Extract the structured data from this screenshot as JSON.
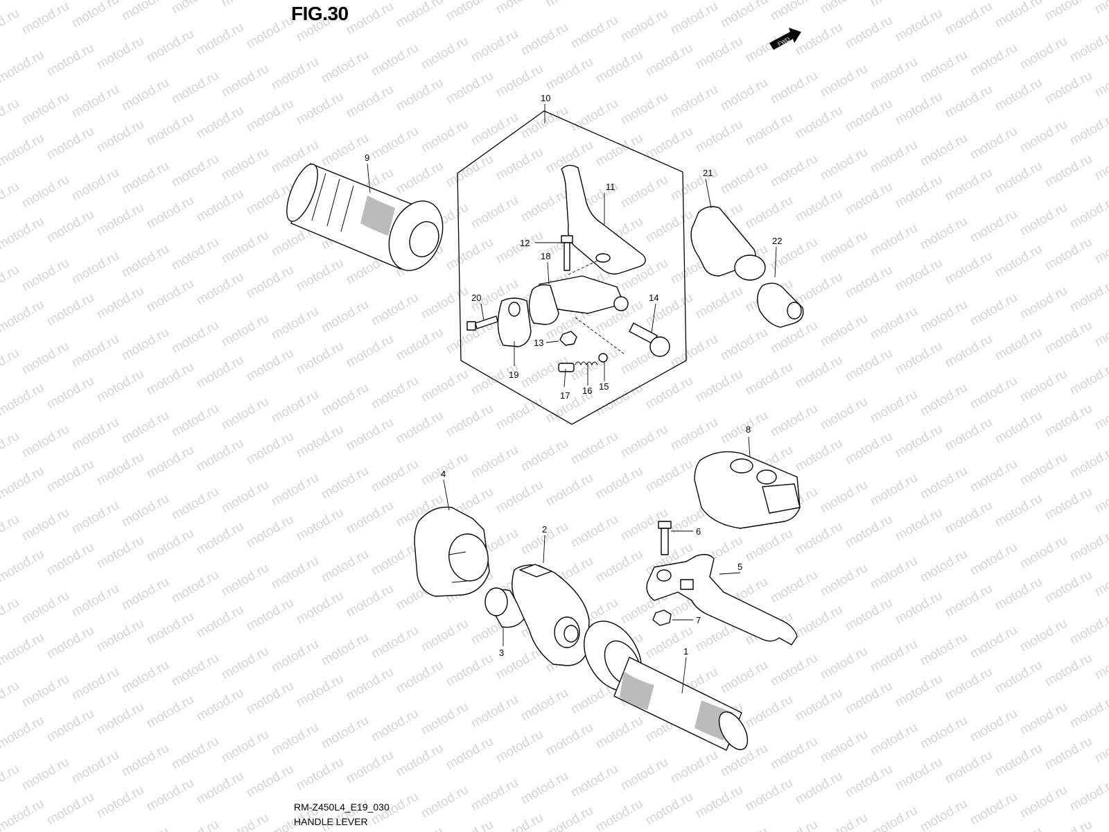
{
  "figure": {
    "title": "FIG.30",
    "model_code": "RM-Z450L4_E19_030",
    "name": "HANDLE LEVER"
  },
  "watermark": "motod.ru",
  "direction_badge": {
    "label": "FWD",
    "icon": "fwd-arrow-icon"
  },
  "callouts": [
    "1",
    "2",
    "3",
    "4",
    "5",
    "6",
    "7",
    "8",
    "9",
    "10",
    "11",
    "12",
    "13",
    "14",
    "15",
    "16",
    "17",
    "18",
    "19",
    "20",
    "21",
    "22"
  ],
  "colors": {
    "ink": "#000000",
    "watermark": "#d4d4d4",
    "background": "#ffffff"
  }
}
